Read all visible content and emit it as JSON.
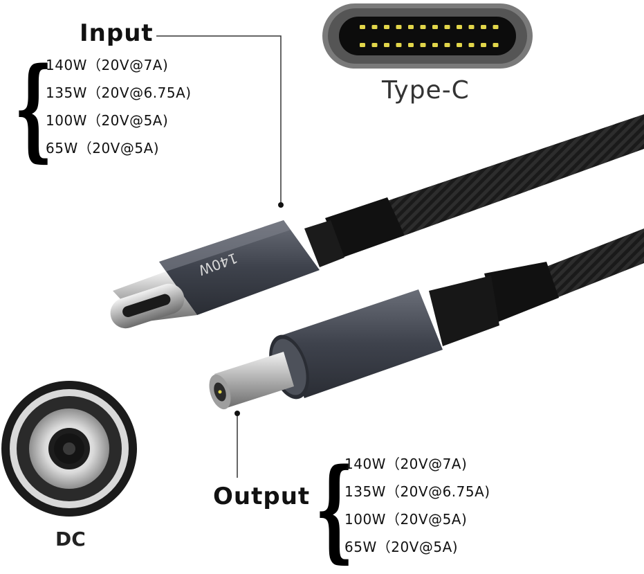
{
  "input": {
    "heading": "Input",
    "specs": [
      "140W（20V@7A)",
      "135W（20V@6.75A)",
      "100W（20V@5A)",
      "65W（20V@5A)"
    ]
  },
  "output": {
    "heading": "Output",
    "specs": [
      "140W（20V@7A)",
      "135W（20V@6.75A)",
      "100W（20V@5A)",
      "65W（20V@5A)"
    ]
  },
  "connector_labels": {
    "type_c": "Type-C",
    "dc": "DC"
  },
  "product": {
    "housing_marking": "140W"
  },
  "colors": {
    "cable_braid": "#1c1c1c",
    "housing": "#4a4e58",
    "contact_gold": "#e2d64a",
    "metal": "#c9c9c9"
  }
}
